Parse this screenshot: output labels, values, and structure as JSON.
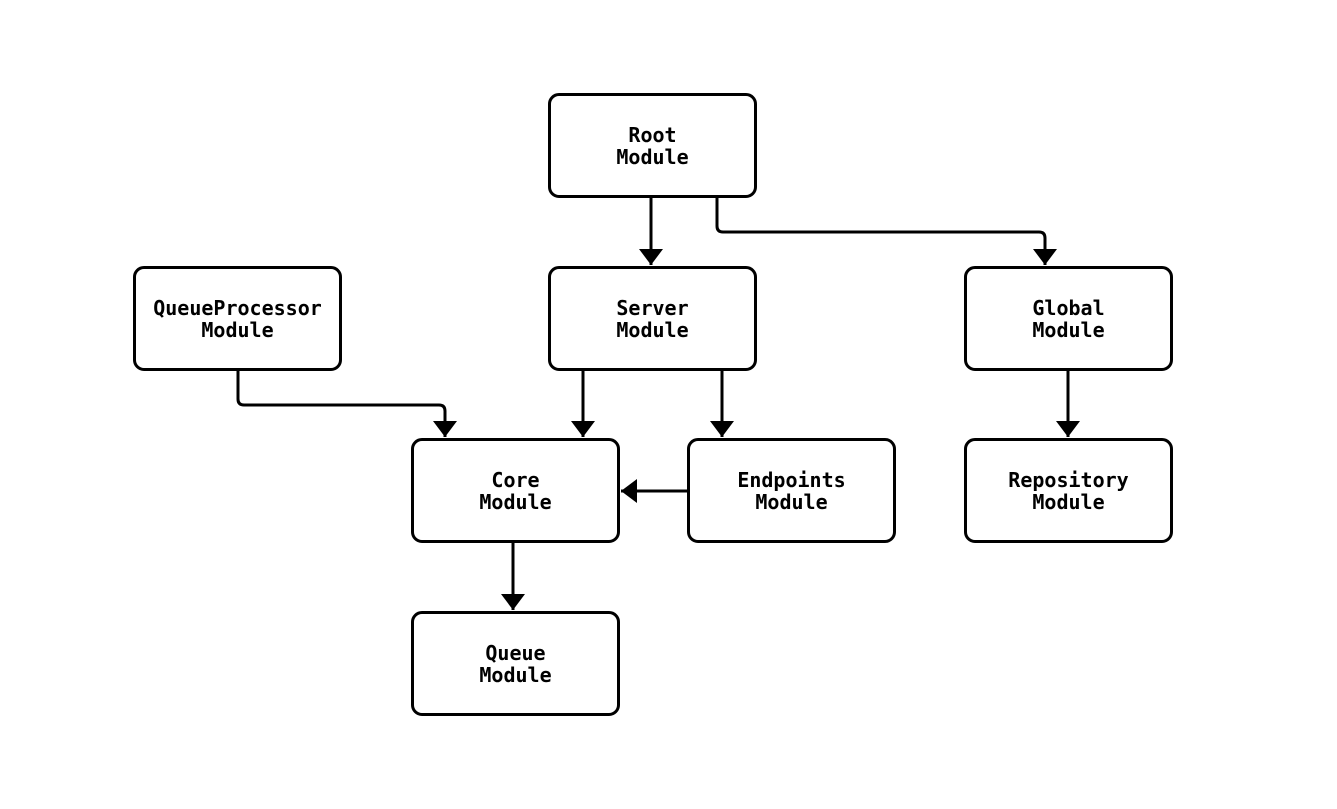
{
  "diagram": {
    "type": "flowchart",
    "background_color": "#ffffff",
    "node_fill_color": "#ffffff",
    "node_border_color": "#000000",
    "edge_color": "#000000",
    "text_color": "#000000",
    "nodes": [
      {
        "id": "root",
        "label": "Root\nModule"
      },
      {
        "id": "queue_processor",
        "label": "QueueProcessor\nModule"
      },
      {
        "id": "server",
        "label": "Server\nModule"
      },
      {
        "id": "global",
        "label": "Global\nModule"
      },
      {
        "id": "core",
        "label": "Core\nModule"
      },
      {
        "id": "endpoints",
        "label": "Endpoints\nModule"
      },
      {
        "id": "repository",
        "label": "Repository\nModule"
      },
      {
        "id": "queue",
        "label": "Queue\nModule"
      }
    ],
    "edges": [
      {
        "from": "root",
        "to": "server"
      },
      {
        "from": "root",
        "to": "global"
      },
      {
        "from": "queue_processor",
        "to": "core"
      },
      {
        "from": "server",
        "to": "core"
      },
      {
        "from": "server",
        "to": "endpoints"
      },
      {
        "from": "endpoints",
        "to": "core"
      },
      {
        "from": "global",
        "to": "repository"
      },
      {
        "from": "core",
        "to": "queue"
      }
    ]
  }
}
